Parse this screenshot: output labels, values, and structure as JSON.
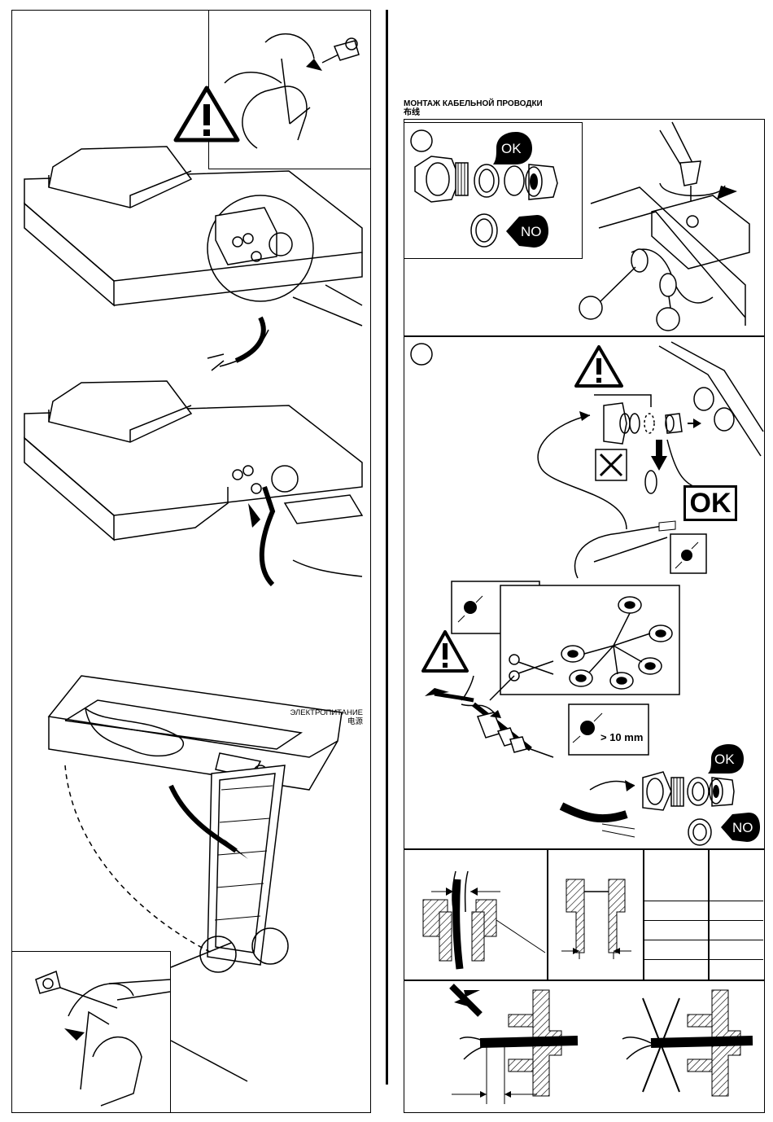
{
  "right_column": {
    "section_title": "МОНТАЖ КАБЕЛЬНОЙ ПРОВОДКИ",
    "section_title_cn": "布线"
  },
  "left_column": {
    "power_label": "ЭЛЕКТРОПИТАНИЕ",
    "power_label_cn": "电源"
  },
  "badges": {
    "ok": "OK",
    "no": "NO",
    "ok_big": "OK"
  },
  "dimension_text": "> 10 mm",
  "icons": [
    "warning-icon",
    "hex-key-icon",
    "cross-box-icon",
    "scissors-icon",
    "screwdriver-icon"
  ]
}
